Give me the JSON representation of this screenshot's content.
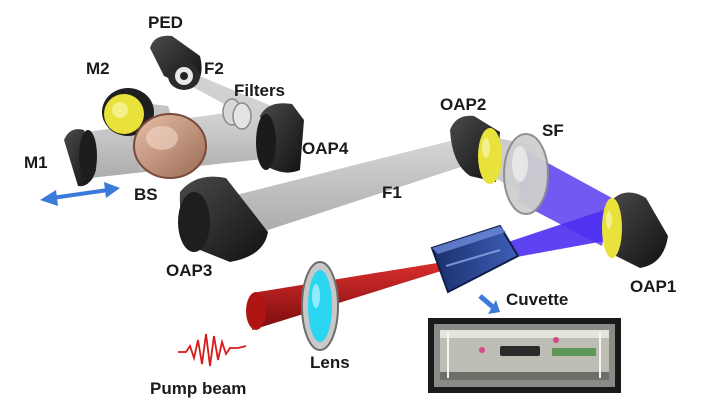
{
  "diagram": {
    "labels": {
      "ped": "PED",
      "f2": "F2",
      "filters": "Filters",
      "m2": "M2",
      "m1": "M1",
      "bs": "BS",
      "oap4": "OAP4",
      "oap3": "OAP3",
      "oap2": "OAP2",
      "sf": "SF",
      "f1": "F1",
      "oap1": "OAP1",
      "cuvette": "Cuvette",
      "lens": "Lens",
      "pump": "Pump beam"
    },
    "colors": {
      "mirror_body": "#2a2a2a",
      "mirror_face": "#e8e23a",
      "thz_beam": "#c4c4c4",
      "probe_beam": "#5a3cf0",
      "pump_beam": "#c01818",
      "lens_glass": "#2ad6f0",
      "cuvette": "#2a4a9a",
      "arrow": "#3a7ad8"
    }
  }
}
